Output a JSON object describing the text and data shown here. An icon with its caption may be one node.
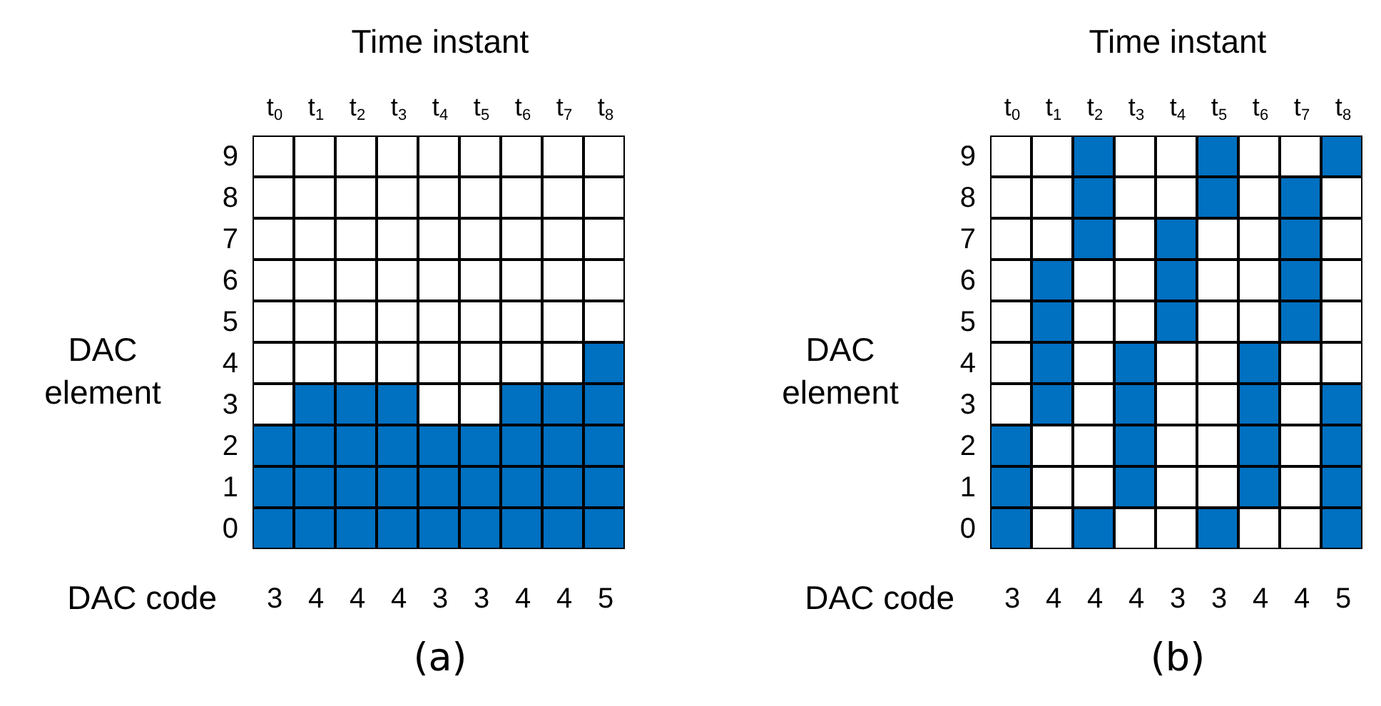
{
  "diagram": {
    "nodes": [
      {
        "text": [],
        "shape": "box"
      },
      {
        "text": [],
        "shape": "box"
      },
      {
        "text": [],
        "shape": "box"
      },
      {
        "text": [],
        "shape": "box"
      },
      {
        "text": [],
        "shape": "box"
      },
      {
        "text": [],
        "shape": "box"
      },
      {
        "text": [],
        "shape": "box"
      },
      {
        "text": [],
        "shape": "box"
      },
      {
        "text": [],
        "shape": "box"
      },
      {
        "text": [],
        "shape": "box"
      },
      {
        "text": [],
        "shape": "box"
      },
      {
        "text": [],
        "shape": "box"
      },
      {
        "text": [],
        "shape": "box"
      },
      {
        "text": [],
        "shape": "box"
      },
      {
        "text": [],
        "shape": "box"
      },
      {
        "text": [],
        "shape": "box"
      },
      {
        "text": [],
        "shape": "box"
      },
      {
        "text": [],
        "shape": "box"
      },
      {
        "text": [],
        "shape": "box"
      },
      {
        "text": [],
        "shape": "box"
      },
      {
        "text": [],
        "shape": "box"
      },
      {
        "text": [],
        "shape": "box"
      },
      {
        "text": [],
        "shape": "box"
      },
      {
        "text": [],
        "shape": "box"
      },
      {
        "text": [],
        "shape": "box"
      },
      {
        "text": [],
        "shape": "box"
      },
      {
        "text": [],
        "shape": "box"
      },
      {
        "text": [],
        "shape": "box"
      },
      {
        "text": [],
        "shape": "box"
      },
      {
        "text": [],
        "shape": "box"
      },
      {
        "text": [],
        "shape": "box"
      },
      {
        "text": [],
        "shape": "box"
      },
      {
        "text": [],
        "shape": "box"
      },
      {
        "text": [],
        "shape": "box"
      },
      {
        "text": [],
        "shape": "box"
      },
      {
        "text": [],
        "shape": "box"
      },
      {
        "text": [],
        "shape": "box"
      },
      {
        "text": [],
        "shape": "box"
      },
      {
        "text": [],
        "shape": "box"
      },
      {
        "text": [],
        "shape": "box"
      },
      {
        "text": [],
        "shape": "box"
      },
      {
        "text": [],
        "shape": "box"
      },
      {
        "text": [],
        "shape": "box"
      },
      {
        "text": [],
        "shape": "box"
      },
      {
        "text": [],
        "shape": "box"
      },
      {
        "text": [],
        "shape": "box"
      },
      {
        "text": [],
        "shape": "box"
      },
      {
        "text": [],
        "shape": "box"
      },
      {
        "text": [],
        "shape": "box"
      },
      {
        "text": [],
        "shape": "box"
      },
      {
        "text": [],
        "shape": "box"
      },
      {
        "text": [],
        "shape": "box"
      },
      {
        "text": [],
        "shape": "box"
      },
      {
        "text": [],
        "shape": "block"
      },
      {
        "text": [],
        "shape": "box"
      },
      {
        "text": [],
        "shape": "block"
      },
      {
        "text": [],
        "shape": "block"
      },
      {
        "text": [],
        "shape": "block"
      },
      {
        "text": [],
        "shape": "box"
      },
      {
        "text": [],
        "shape": "box"
      },
      {
        "text": [],
        "shape": "block"
      },
      {
        "text": [],
        "shape": "block"
      },
      {
        "text": [],
        "shape": "block"
      },
      {
        "text": [],
        "shape": "block"
      },
      {
        "text": [],
        "shape": "block"
      },
      {
        "text": [],
        "shape": "block"
      },
      {
        "text": [],
        "shape": "block"
      },
      {
        "text": [],
        "shape": "block"
      },
      {
        "text": [],
        "shape": "block"
      },
      {
        "text": [],
        "shape": "block"
      },
      {
        "text": [],
        "shape": "block"
      },
      {
        "text": [],
        "shape": "block"
      },
      {
        "text": [],
        "shape": "block"
      },
      {
        "text": [],
        "shape": "block"
      },
      {
        "text": [],
        "shape": "block"
      },
      {
        "text": [],
        "shape": "block"
      },
      {
        "text": [],
        "shape": "block"
      },
      {
        "text": [],
        "shape": "block"
      },
      {
        "text": [],
        "shape": "block"
      },
      {
        "text": [],
        "shape": "block"
      },
      {
        "text": [],
        "shape": "block"
      },
      {
        "text": [],
        "shape": "block"
      },
      {
        "text": [],
        "shape": "block"
      },
      {
        "text": [],
        "shape": "block"
      },
      {
        "text": [],
        "shape": "block"
      },
      {
        "text": [],
        "shape": "block"
      },
      {
        "text": [],
        "shape": "block"
      },
      {
        "text": [],
        "shape": "block"
      },
      {
        "text": [],
        "shape": "block"
      },
      {
        "text": [],
        "shape": "block"
      },
      {
        "text": [],
        "shape": "box"
      },
      {
        "text": [],
        "shape": "box"
      },
      {
        "text": [],
        "shape": "block"
      },
      {
        "text": [],
        "shape": "box"
      },
      {
        "text": [],
        "shape": "box"
      },
      {
        "text": [],
        "shape": "block"
      },
      {
        "text": [],
        "shape": "box"
      },
      {
        "text": [],
        "shape": "box"
      },
      {
        "text": [],
        "shape": "block"
      },
      {
        "text": [],
        "shape": "box"
      },
      {
        "text": [],
        "shape": "box"
      },
      {
        "text": [],
        "shape": "block"
      },
      {
        "text": [],
        "shape": "box"
      },
      {
        "text": [],
        "shape": "box"
      },
      {
        "text": [],
        "shape": "block"
      },
      {
        "text": [],
        "shape": "box"
      },
      {
        "text": [],
        "shape": "block"
      },
      {
        "text": [],
        "shape": "box"
      },
      {
        "text": [],
        "shape": "box"
      },
      {
        "text": [],
        "shape": "box"
      },
      {
        "text": [],
        "shape": "block"
      },
      {
        "text": [],
        "shape": "box"
      },
      {
        "text": [],
        "shape": "block"
      },
      {
        "text": [],
        "shape": "box"
      },
      {
        "text": [],
        "shape": "box"
      },
      {
        "text": [],
        "shape": "block"
      },
      {
        "text": [],
        "shape": "box"
      },
      {
        "text": [],
        "shape": "box"
      },
      {
        "text": [],
        "shape": "block"
      },
      {
        "text": [],
        "shape": "box"
      },
      {
        "text": [],
        "shape": "box"
      },
      {
        "text": [],
        "shape": "block"
      },
      {
        "text": [],
        "shape": "box"
      },
      {
        "text": [],
        "shape": "box"
      },
      {
        "text": [],
        "shape": "block"
      },
      {
        "text": [],
        "shape": "box"
      },
      {
        "text": [],
        "shape": "box"
      },
      {
        "text": [],
        "shape": "block"
      },
      {
        "text": [],
        "shape": "box"
      },
      {
        "text": [],
        "shape": "box"
      },
      {
        "text": [],
        "shape": "block"
      },
      {
        "text": [],
        "shape": "box"
      },
      {
        "text": [],
        "shape": "box"
      },
      {
        "text": [],
        "shape": "block"
      },
      {
        "text": [],
        "shape": "box"
      },
      {
        "text": [],
        "shape": "box"
      },
      {
        "text": [],
        "shape": "block"
      },
      {
        "text": [],
        "shape": "box"
      },
      {
        "text": [],
        "shape": "block"
      },
      {
        "text": [],
        "shape": "box"
      },
      {
        "text": [],
        "shape": "box"
      },
      {
        "text": [],
        "shape": "block"
      },
      {
        "text": [],
        "shape": "box"
      },
      {
        "text": [],
        "shape": "box"
      },
      {
        "text": [],
        "shape": "box"
      },
      {
        "text": [],
        "shape": "block"
      },
      {
        "text": [],
        "shape": "box"
      },
      {
        "text": [],
        "shape": "block"
      },
      {
        "text": [],
        "shape": "box"
      },
      {
        "text": [],
        "shape": "box"
      },
      {
        "text": [],
        "shape": "block"
      },
      {
        "text": [],
        "shape": "box"
      },
      {
        "text": [],
        "shape": "block"
      },
      {
        "text": [],
        "shape": "block"
      },
      {
        "text": [],
        "shape": "box"
      },
      {
        "text": [],
        "shape": "box"
      },
      {
        "text": [],
        "shape": "block"
      },
      {
        "text": [],
        "shape": "box"
      },
      {
        "text": [],
        "shape": "box"
      },
      {
        "text": [],
        "shape": "block"
      },
      {
        "text": [],
        "shape": "box"
      },
      {
        "text": [],
        "shape": "block"
      },
      {
        "text": [],
        "shape": "block"
      },
      {
        "text": [],
        "shape": "box"
      },
      {
        "text": [],
        "shape": "box"
      },
      {
        "text": [],
        "shape": "block"
      },
      {
        "text": [],
        "shape": "box"
      },
      {
        "text": [],
        "shape": "box"
      },
      {
        "text": [],
        "shape": "block"
      },
      {
        "text": [],
        "shape": "box"
      },
      {
        "text": [],
        "shape": "block"
      },
      {
        "text": [],
        "shape": "block"
      },
      {
        "text": [],
        "shape": "box"
      },
      {
        "text": [],
        "shape": "block"
      },
      {
        "text": [],
        "shape": "box"
      },
      {
        "text": [],
        "shape": "box"
      },
      {
        "text": [],
        "shape": "block"
      },
      {
        "text": [],
        "shape": "box"
      },
      {
        "text": [],
        "shape": "box"
      },
      {
        "text": [],
        "shape": "block"
      }
    ],
    "labels": [
      "Time instant",
      "t$_{0}$",
      "t$_{1}$",
      "t$_{2}$",
      "t$_{3}$",
      "t$_{4}$",
      "t$_{5}$",
      "t$_{6}$",
      "t$_{7}$",
      "t$_{8}$",
      "9",
      "8",
      "7",
      "6",
      "5",
      "4",
      "3",
      "2",
      "1",
      "0",
      "DAC element",
      "DAC code",
      "3",
      "4",
      "4",
      "4",
      "3",
      "3",
      "4",
      "4",
      "5",
      "(a)",
      "Time instant",
      "t$_{0}$",
      "t$_{1}$",
      "t$_{2}$",
      "t$_{3}$",
      "t$_{4}$",
      "t$_{5}$",
      "t$_{6}$",
      "t$_{7}$",
      "t$_{8}$",
      "9",
      "8",
      "7",
      "6",
      "5",
      "4",
      "3",
      "2",
      "1",
      "0",
      "DAC element",
      "DAC code",
      "3",
      "4",
      "4",
      "4",
      "3",
      "3",
      "4",
      "4",
      "5",
      "(b)"
    ]
  }
}
